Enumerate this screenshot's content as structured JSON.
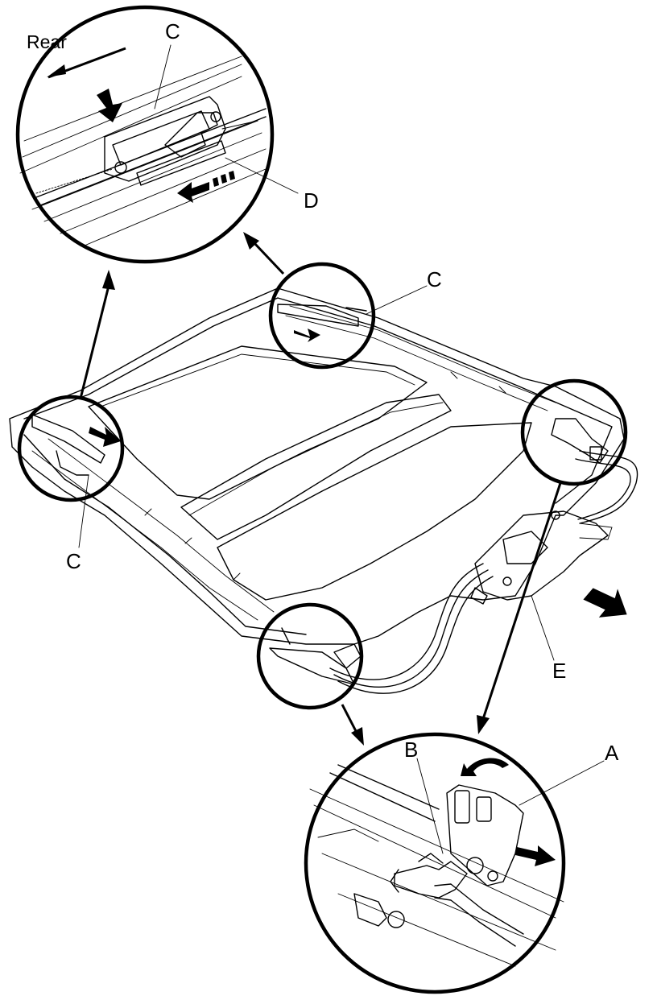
{
  "labels": {
    "rear": "Rear",
    "c_top": "C",
    "c_mid": "C",
    "c_left": "C",
    "d": "D",
    "e": "E",
    "a": "A",
    "b": "B"
  }
}
